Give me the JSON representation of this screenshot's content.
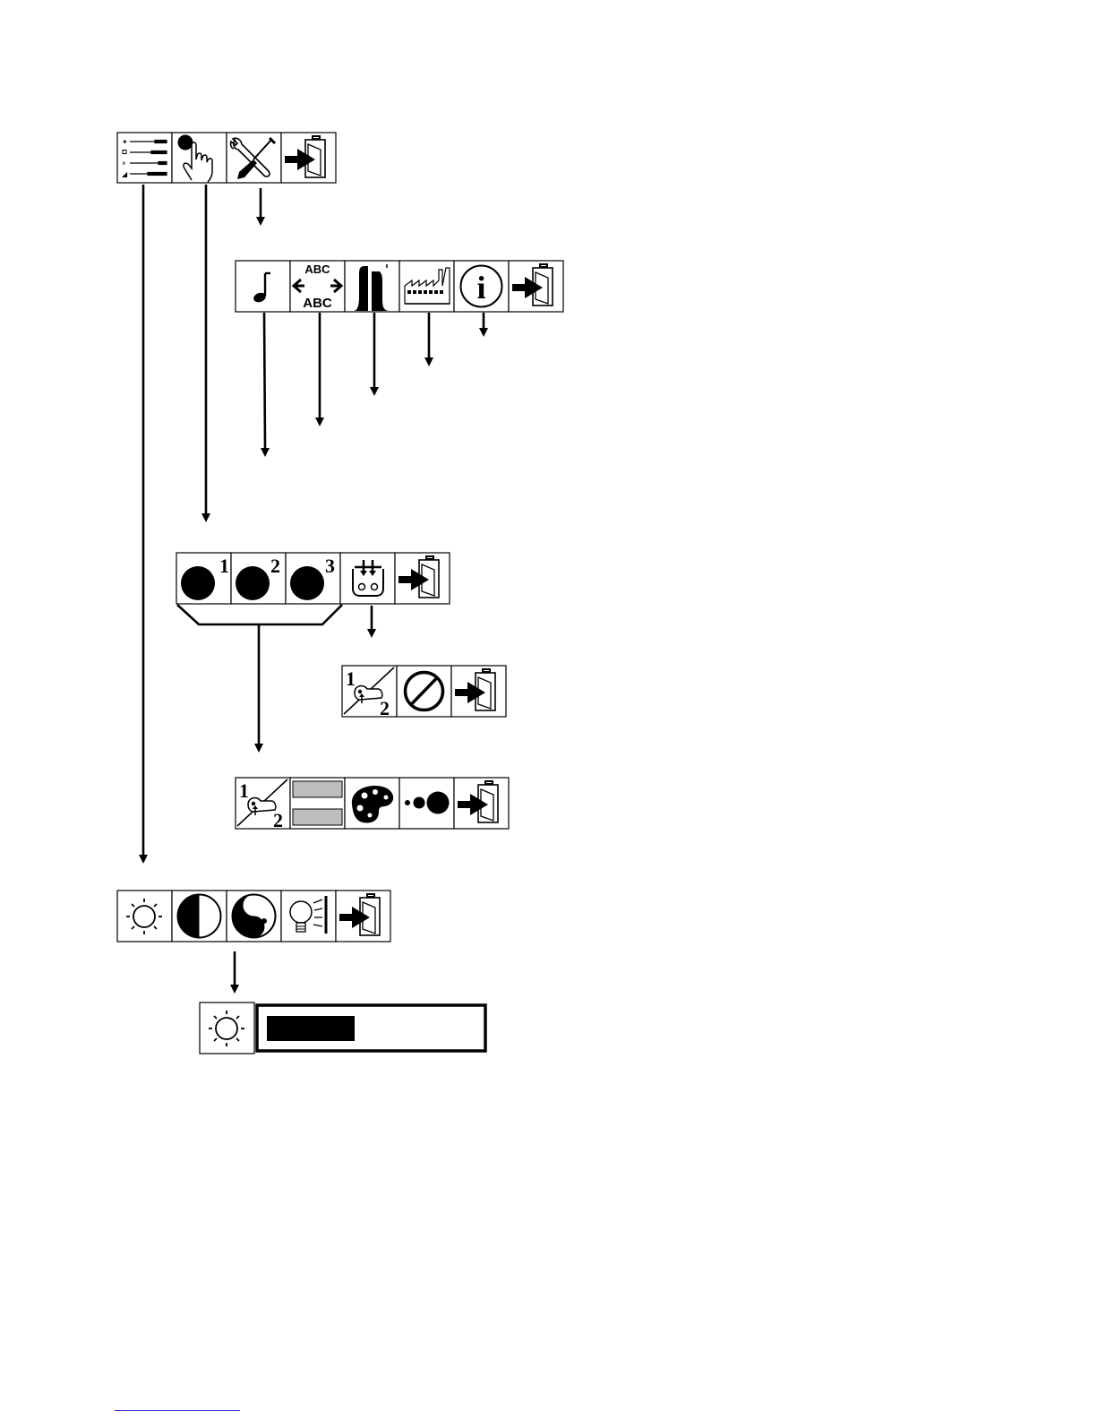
{
  "menus": {
    "main": {
      "items": [
        {
          "id": "settings-list",
          "icon": "settings-list-icon"
        },
        {
          "id": "select-input",
          "icon": "pointer-hand-icon"
        },
        {
          "id": "tools",
          "icon": "wrench-screwdriver-icon"
        },
        {
          "id": "exit",
          "icon": "exit-door-icon"
        }
      ]
    },
    "tools": {
      "items": [
        {
          "id": "sound",
          "icon": "music-note-icon"
        },
        {
          "id": "language",
          "icon": "abc-swap-icon",
          "text_top": "ABC",
          "text_bottom": "ABC"
        },
        {
          "id": "signal",
          "icon": "signal-pulse-icon"
        },
        {
          "id": "factory-reset",
          "icon": "factory-icon"
        },
        {
          "id": "information",
          "icon": "info-icon",
          "text": "i"
        },
        {
          "id": "exit",
          "icon": "exit-door-icon"
        }
      ]
    },
    "inputs": {
      "items": [
        {
          "id": "input-1",
          "icon": "input-dot-1-icon",
          "number": "1"
        },
        {
          "id": "input-2",
          "icon": "input-dot-2-icon",
          "number": "2"
        },
        {
          "id": "input-3",
          "icon": "input-dot-3-icon",
          "number": "3"
        },
        {
          "id": "connector",
          "icon": "connector-plug-icon"
        },
        {
          "id": "exit",
          "icon": "exit-door-icon"
        }
      ]
    },
    "connector_submenu": {
      "items": [
        {
          "id": "swap",
          "icon": "swap-1-2-icon",
          "num_top": "1",
          "num_bottom": "2"
        },
        {
          "id": "disable",
          "icon": "no-symbol-icon"
        },
        {
          "id": "exit",
          "icon": "exit-door-icon"
        }
      ]
    },
    "input_submenu": {
      "items": [
        {
          "id": "swap",
          "icon": "swap-1-2-icon",
          "num_top": "1",
          "num_bottom": "2"
        },
        {
          "id": "pattern",
          "icon": "pattern-bars-icon"
        },
        {
          "id": "color",
          "icon": "color-palette-icon"
        },
        {
          "id": "size",
          "icon": "dot-size-icon"
        },
        {
          "id": "exit",
          "icon": "exit-door-icon"
        }
      ]
    },
    "picture": {
      "items": [
        {
          "id": "brightness",
          "icon": "sun-icon"
        },
        {
          "id": "contrast",
          "icon": "contrast-half-icon"
        },
        {
          "id": "color-balance",
          "icon": "yin-yang-icon"
        },
        {
          "id": "backlight",
          "icon": "bulb-light-icon"
        },
        {
          "id": "exit",
          "icon": "exit-door-icon"
        }
      ]
    },
    "brightness_adjust": {
      "icon": "sun-icon",
      "level": 0.42
    }
  },
  "colors": {
    "ink": "#000000",
    "paper": "#ffffff",
    "link_rule": "#2b2bd6"
  }
}
